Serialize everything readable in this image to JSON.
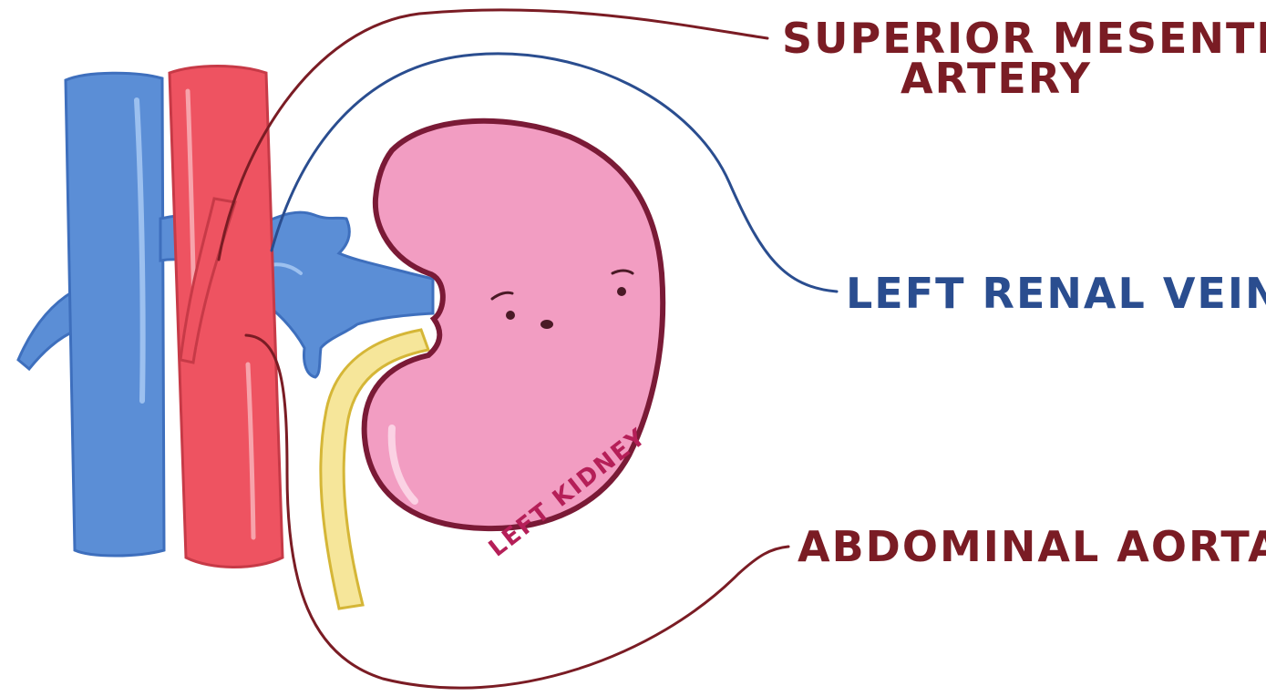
{
  "diagram": {
    "labels": {
      "superior_mesenteric_artery_line1": "SUPERIOR MESENTERIC",
      "superior_mesenteric_artery_line2": "ARTERY",
      "left_renal_vein": "LEFT RENAL VEIN",
      "left_kidney": "LEFT KIDNEY",
      "abdominal_aorta": "ABDOMINAL AORTA"
    },
    "colors": {
      "vena_cava": "#5b8ed6",
      "vena_cava_outline": "#3e6fbd",
      "aorta": "#ee5361",
      "aorta_outline": "#c73a47",
      "kidney": "#f29dc2",
      "kidney_outline": "#7a1a36",
      "ureter": "#f6e69a",
      "ureter_outline": "#d5b637",
      "artery_leader": "#7a1c24",
      "vein_leader": "#2a4d8f"
    }
  }
}
